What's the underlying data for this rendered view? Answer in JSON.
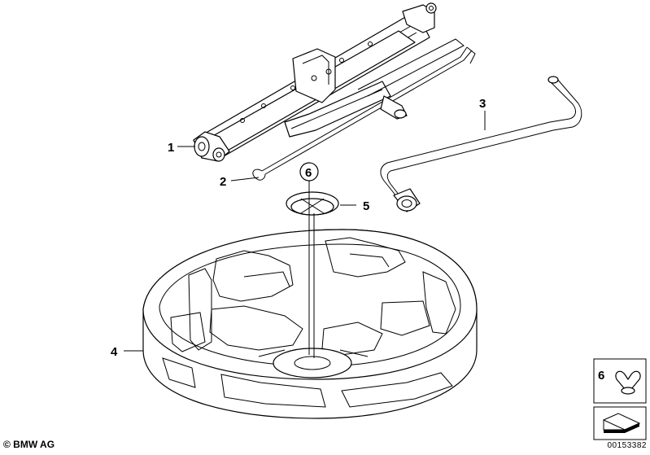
{
  "diagram": {
    "callouts": [
      {
        "id": "c1",
        "label": "1"
      },
      {
        "id": "c2",
        "label": "2"
      },
      {
        "id": "c3",
        "label": "3"
      },
      {
        "id": "c4",
        "label": "4"
      },
      {
        "id": "c5",
        "label": "5"
      },
      {
        "id": "c6",
        "label": "6"
      }
    ],
    "inset": {
      "label": "6"
    }
  },
  "footer": {
    "copyright": "© BMW AG",
    "drawing_number": "00153382"
  }
}
